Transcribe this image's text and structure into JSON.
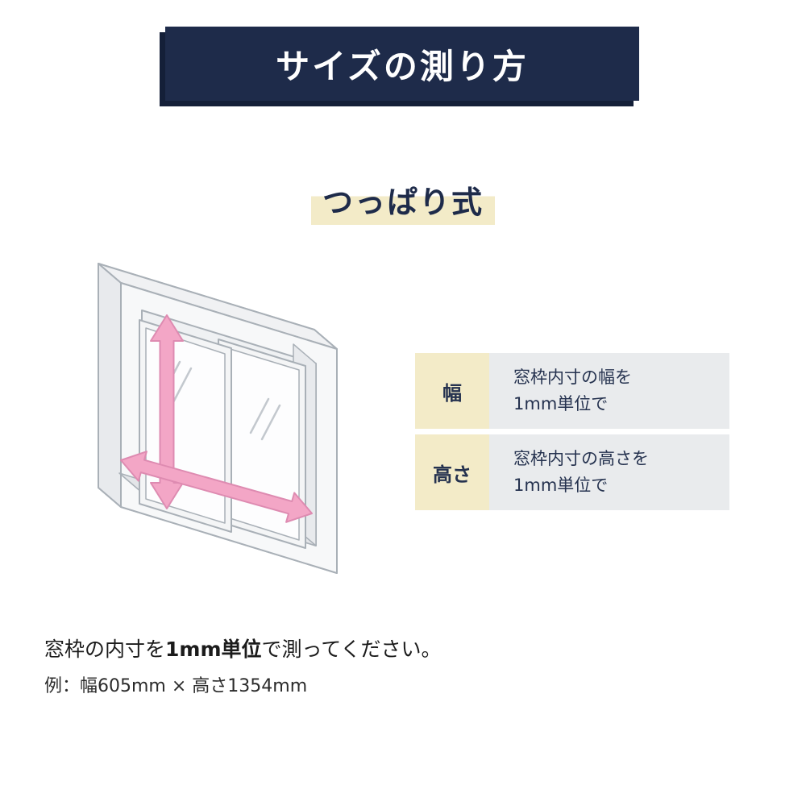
{
  "title": "サイズの測り方",
  "subtitle": "つっぱり式",
  "spec_table": {
    "rows": [
      {
        "label": "幅",
        "line1": "窓枠内寸の幅を",
        "line2": "1mm単位で"
      },
      {
        "label": "高さ",
        "line1": "窓枠内寸の高さを",
        "line2": "1mm単位で"
      }
    ]
  },
  "footer": {
    "line1_prefix": "窓枠の内寸を",
    "line1_bold": "1mm単位",
    "line1_suffix": "で測ってください。",
    "line2": "例：幅605mm × 高さ1354mm"
  },
  "illustration": {
    "description": "isometric window frame with pink measurement arrows",
    "icons": {
      "height_arrow": "vertical double-headed arrow",
      "width_arrow": "horizontal double-headed arrow"
    }
  },
  "colors": {
    "navy": "#1e2b4a",
    "navy_shadow": "#141f38",
    "cream_highlight": "#f3ebc8",
    "row_gray": "#e9ebed",
    "arrow_pink": "#f3a6c6",
    "arrow_pink_stroke": "#de8bb1",
    "line_gray": "#a9b0b7"
  }
}
